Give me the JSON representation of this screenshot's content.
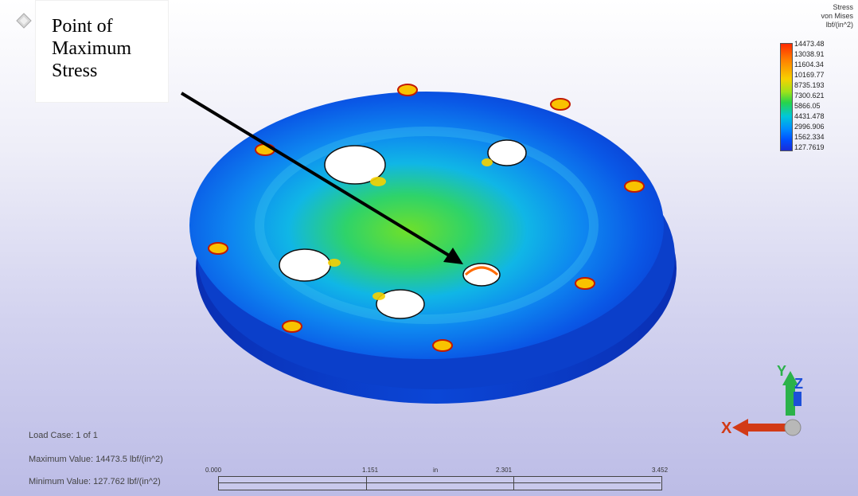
{
  "callout": {
    "text": "Point of\nMaximum\nStress"
  },
  "legend": {
    "title": "Stress\nvon Mises\nlbf/(in^2)",
    "values": [
      "14473.48",
      "13038.91",
      "11604.34",
      "10169.77",
      "8735.193",
      "7300.621",
      "5866.05",
      "4431.478",
      "2996.906",
      "1562.334",
      "127.7619"
    ]
  },
  "info": {
    "load_case": "Load Case:  1 of 1",
    "max_value": "Maximum Value: 14473.5 lbf/(in^2)",
    "min_value": "Minimum Value: 127.762 lbf/(in^2)"
  },
  "scale": {
    "labels": [
      "0.000",
      "1.151",
      "in",
      "2.301",
      "3.452"
    ]
  },
  "triad": {
    "x_label": "X",
    "y_label": "Y",
    "z_label": "Z"
  },
  "icons": {
    "viewcube": "viewcube-icon"
  },
  "colors": {
    "max_stress": "#ff2a00",
    "min_stress": "#1a2cd9",
    "background": "#d2d2ef"
  }
}
